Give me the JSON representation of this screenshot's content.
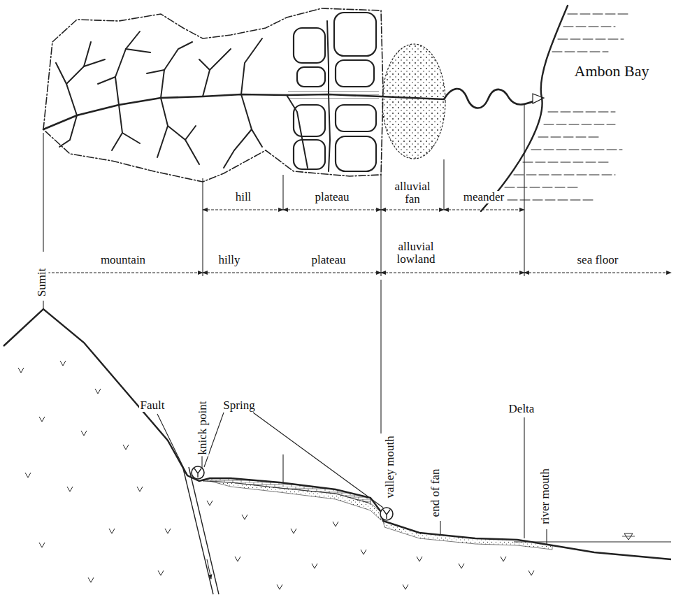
{
  "diagram": {
    "labels": [
      "Ambon Bay",
      "hill",
      "plateau",
      "alluvial fan",
      "meander",
      "mountain",
      "hilly",
      "plateau",
      "alluvial lowland",
      "sea floor",
      "Sumit",
      "Fault",
      "knick point",
      "Spring",
      "valley mouth",
      "end of fan",
      "Delta",
      "river mouth"
    ]
  }
}
